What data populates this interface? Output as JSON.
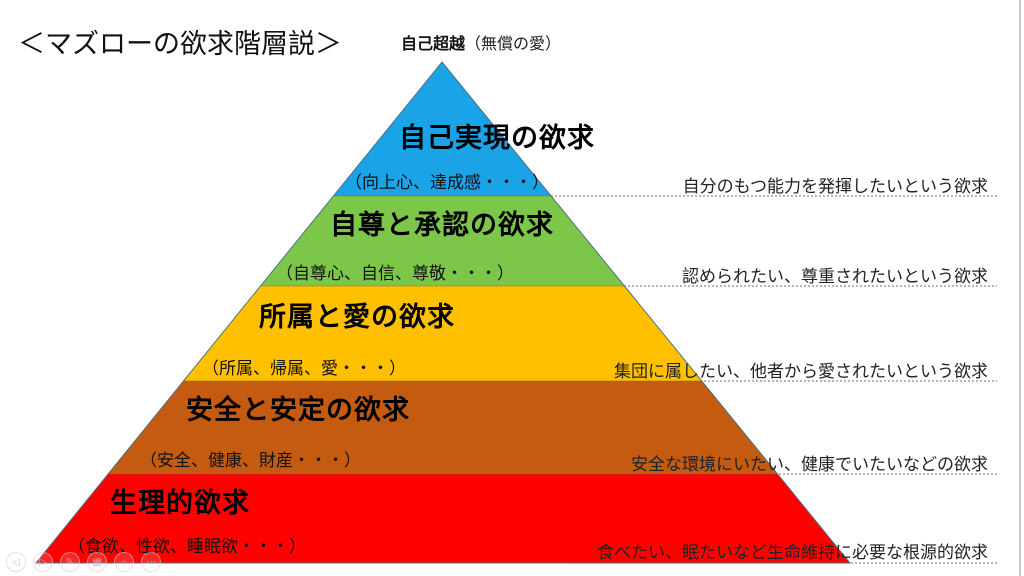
{
  "title": "＜マズローの欲求階層説＞",
  "apex": {
    "label": "自己超越",
    "note": "（無償の愛）"
  },
  "colors": {
    "level1": "#1aa3e6",
    "level2": "#7cc74a",
    "level3": "#ffc000",
    "level4": "#c55a11",
    "level5": "#ff0000",
    "outline": "#5a7a8c",
    "dotted": "#888888"
  },
  "levels": [
    {
      "name": "自己実現の欲求",
      "examples": "（向上心、達成感・・・）",
      "description": "自分のもつ能力を発揮したいという欲求"
    },
    {
      "name": "自尊と承認の欲求",
      "examples": "（自尊心、自信、尊敬・・・）",
      "description": "認められたい、尊重されたいという欲求"
    },
    {
      "name": "所属と愛の欲求",
      "examples": "（所属、帰属、愛・・・）",
      "description": "集団に属したい、他者から愛されたいという欲求"
    },
    {
      "name": "安全と安定の欲求",
      "examples": "（安全、健康、財産・・・）",
      "description": "安全な環境にいたい、健康でいたいなどの欲求"
    },
    {
      "name": "生理的欲求",
      "examples": "（食欲、性欲、睡眠欲・・・）",
      "description": "食べたい、眠たいなど生命維持に必要な根源的欲求"
    }
  ],
  "slide_controls": [
    {
      "icon": "previous-icon",
      "glyph": "◁"
    },
    {
      "icon": "next-icon",
      "glyph": "▷"
    },
    {
      "icon": "pen-icon",
      "glyph": "✎"
    },
    {
      "icon": "slides-icon",
      "glyph": "▦"
    },
    {
      "icon": "zoom-icon",
      "glyph": "⌕"
    },
    {
      "icon": "more-icon",
      "glyph": "⋯"
    }
  ]
}
